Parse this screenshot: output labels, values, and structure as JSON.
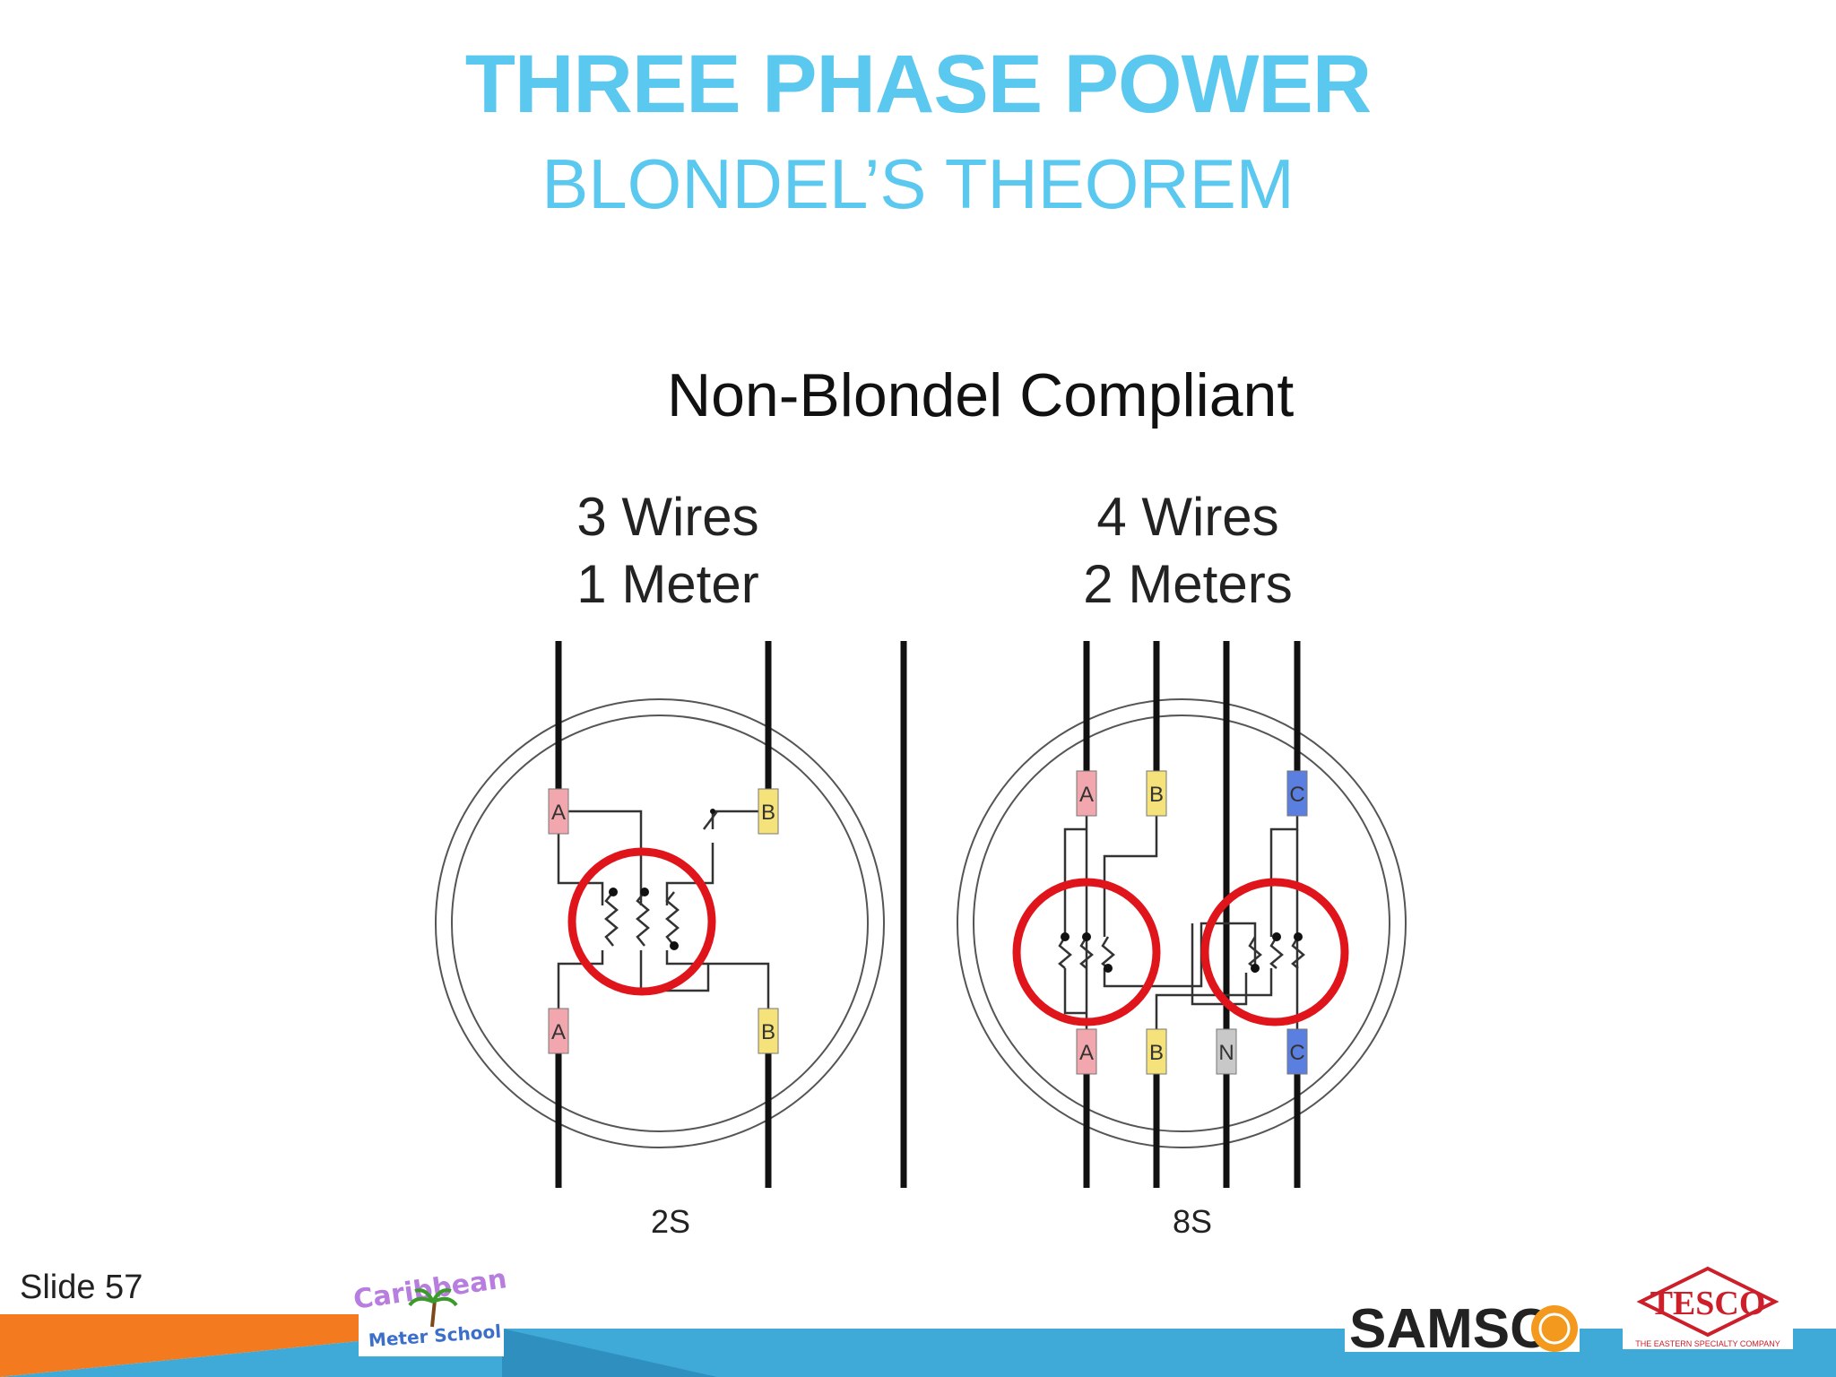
{
  "header": {
    "title": "THREE PHASE POWER",
    "subtitle": "BLONDEL’S THEOREM"
  },
  "diagram": {
    "heading": "Non-Blondel Compliant",
    "left": {
      "line1": "3 Wires",
      "line2": "1 Meter",
      "form": "2S",
      "terminals": [
        "A",
        "B",
        "A",
        "B"
      ]
    },
    "right": {
      "line1": "4 Wires",
      "line2": "2 Meters",
      "form": "8S",
      "terminals": [
        "A",
        "B",
        "C",
        "A",
        "B",
        "N",
        "C"
      ]
    },
    "colors": {
      "phase_a": "#f2a7ae",
      "phase_b": "#f5e27a",
      "phase_c": "#5b7fe0",
      "neutral": "#c8c8c8",
      "highlight": "#e0141b"
    }
  },
  "footer": {
    "slide_number": "Slide 57",
    "logo1_line1": "Caribbean",
    "logo1_line2": "Meter School",
    "logo2": "SAMSC",
    "logo3": "TESCO",
    "logo3_tagline": "THE EASTERN SPECIALTY COMPANY",
    "colors": {
      "orange": "#f47a20",
      "blue": "#3fa9d8",
      "title": "#5bc8ef"
    }
  }
}
